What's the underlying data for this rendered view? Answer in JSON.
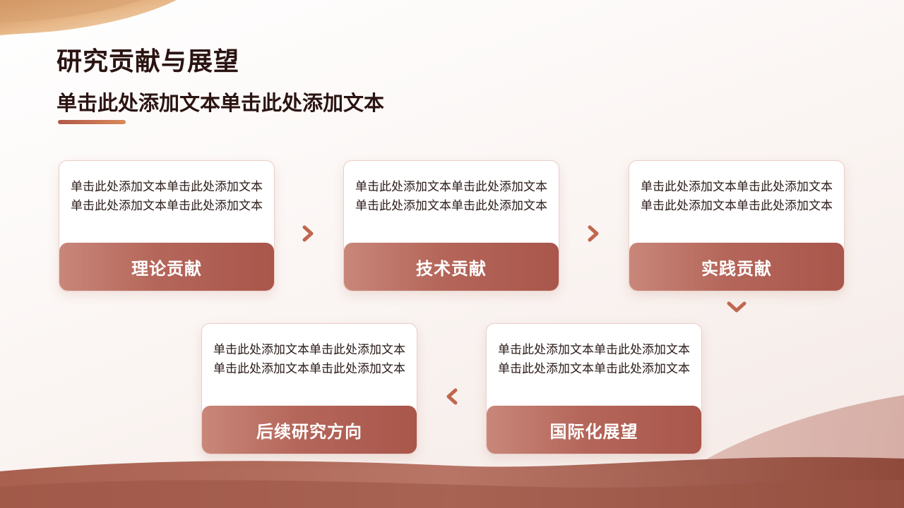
{
  "header": {
    "title": "研究贡献与展望",
    "subtitle": "单击此处添加文本单击此处添加文本"
  },
  "cards": [
    {
      "label": "理论贡献",
      "text": "单击此处添加文本单击此处添加文本单击此处添加文本单击此处添加文本"
    },
    {
      "label": "技术贡献",
      "text": "单击此处添加文本单击此处添加文本单击此处添加文本单击此处添加文本"
    },
    {
      "label": "实践贡献",
      "text": "单击此处添加文本单击此处添加文本单击此处添加文本单击此处添加文本"
    },
    {
      "label": "国际化展望",
      "text": "单击此处添加文本单击此处添加文本单击此处添加文本单击此处添加文本"
    },
    {
      "label": "后续研究方向",
      "text": "单击此处添加文本单击此处添加文本单击此处添加文本单击此处添加文本"
    }
  ],
  "arrows": [
    "chevron-right-icon",
    "chevron-right-icon",
    "chevron-down-icon",
    "chevron-left-icon"
  ],
  "colors": {
    "accent": "#b5665a",
    "accent_light": "#c8877a",
    "title": "#2a1412",
    "arrow": "#c0674e"
  }
}
